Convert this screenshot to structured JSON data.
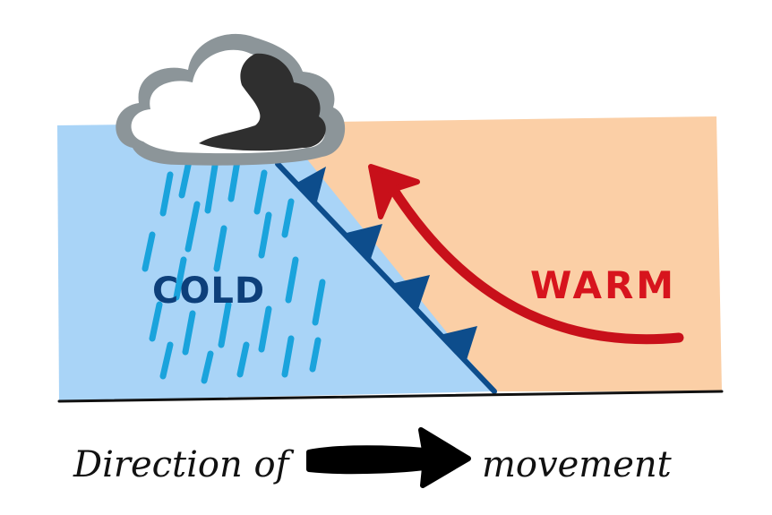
{
  "labels": {
    "cold": "COLD",
    "warm": "WARM",
    "caption_left": "Direction of",
    "caption_right": "movement"
  },
  "colors": {
    "cold_air": "#a9d4f7",
    "warm_air": "#fbcfa6",
    "rain": "#1aa3dc",
    "front_line": "#0d4d8c",
    "cold_text": "#0d3f7a",
    "warm_text": "#d7141d",
    "warm_arrow": "#c8101a",
    "ground": "#111111",
    "cloud_light": "#ffffff",
    "cloud_outline": "#8c9599",
    "cloud_dark": "#2f2f2f",
    "direction_arrow": "#000000"
  },
  "icons": {
    "cloud": "storm-cloud-icon",
    "rain": "rain-streaks",
    "front": "cold-front-symbol",
    "warm_arrow": "rising-warm-air-arrow",
    "direction_arrow": "direction-arrow"
  }
}
